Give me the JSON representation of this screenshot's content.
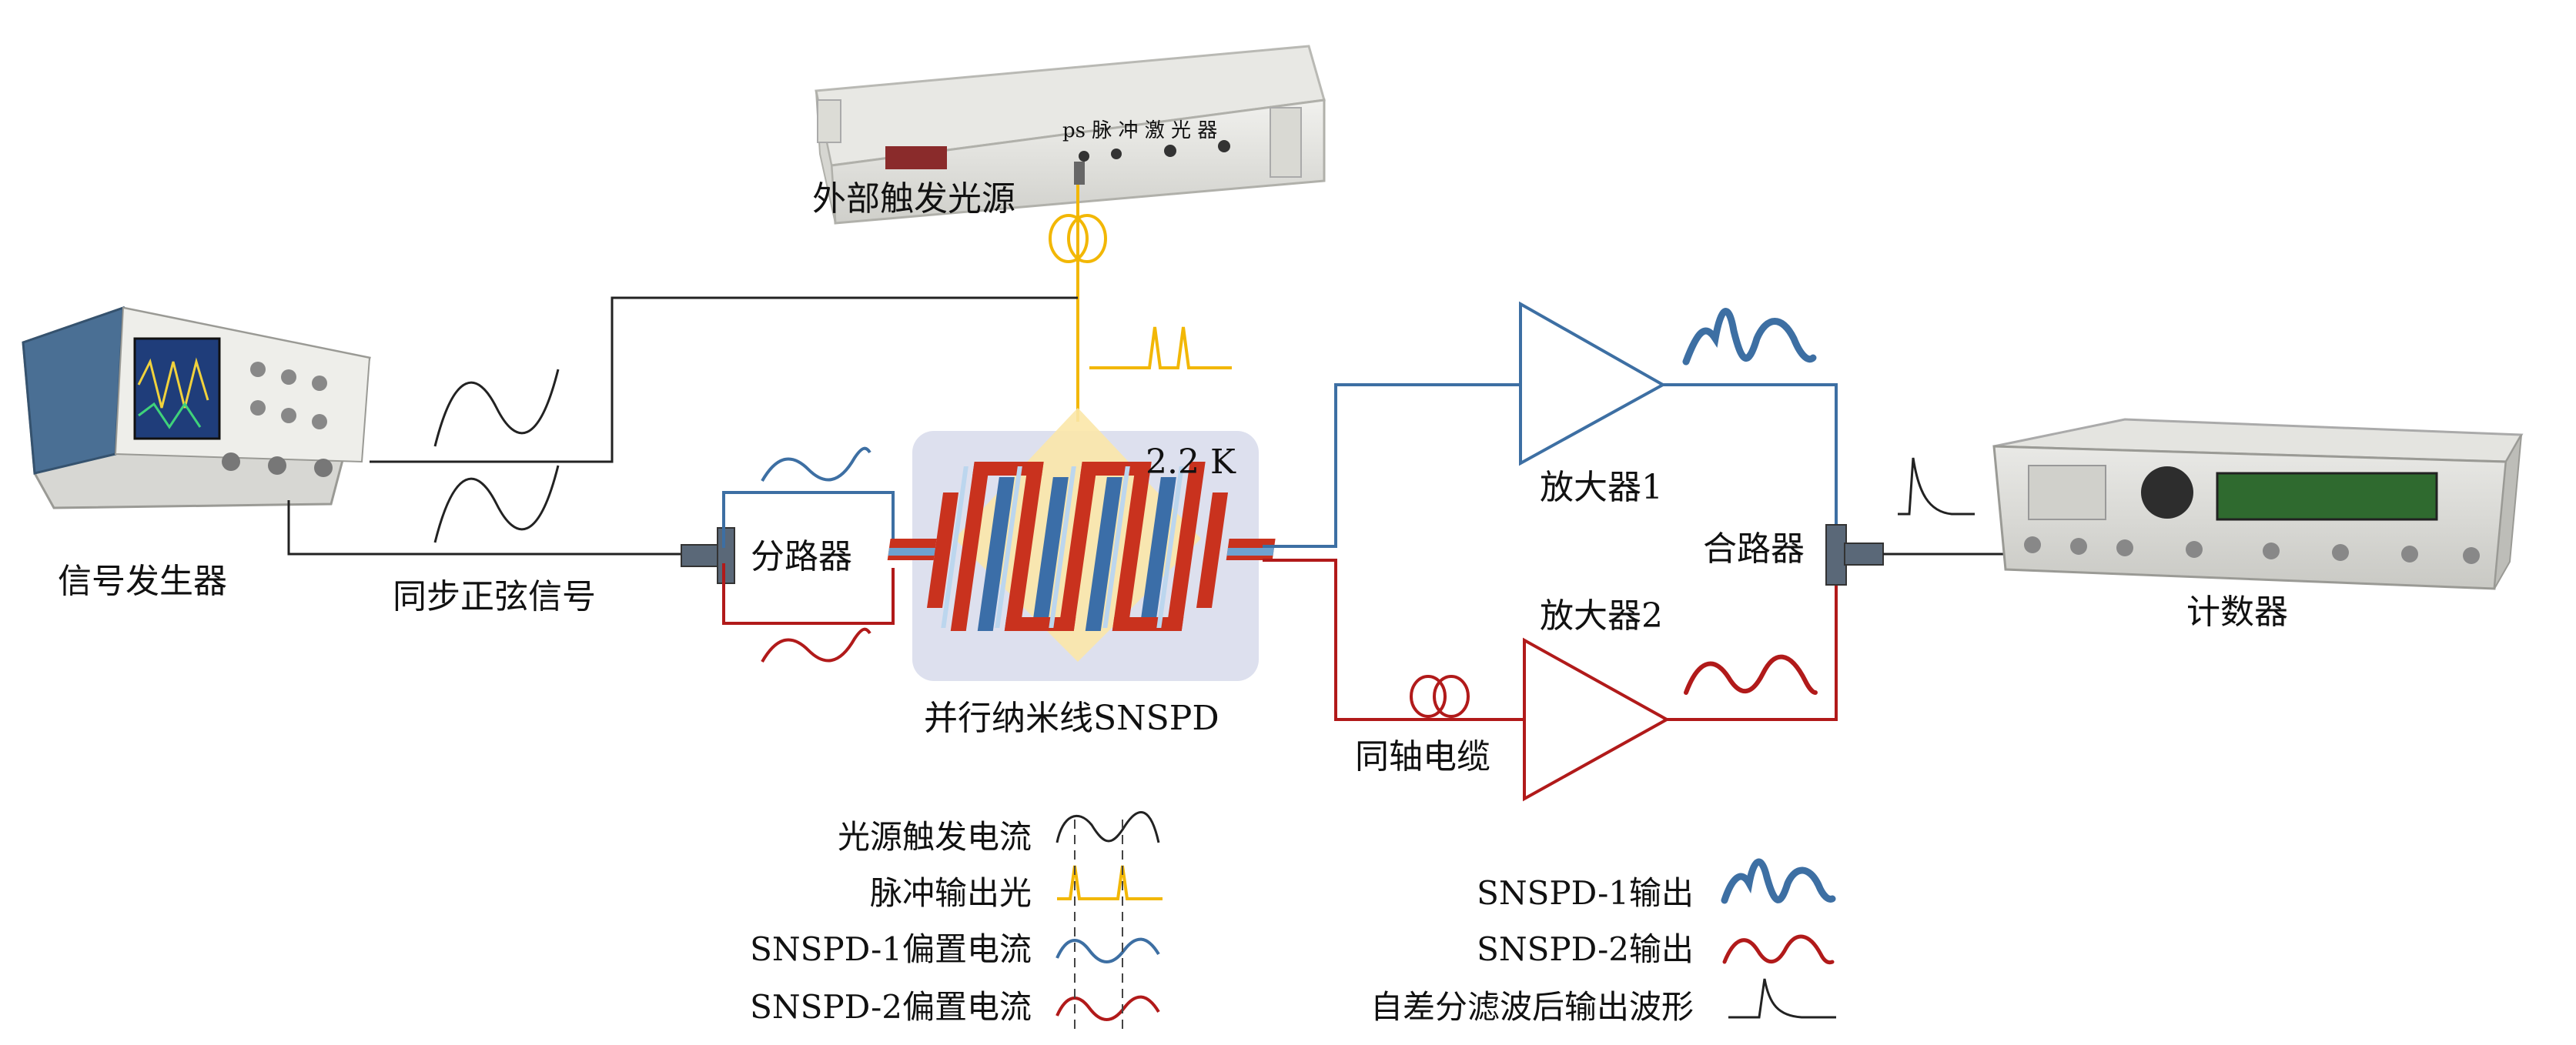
{
  "devices": {
    "light_source": {
      "label": "外部触发光源",
      "panel_text": "ps 脉 冲 激 光 器"
    },
    "signal_generator": {
      "label": "信号发生器"
    },
    "splitter": {
      "label": "分路器"
    },
    "snspd": {
      "label": "并行纳米线SNSPD",
      "temperature": "2.2 K"
    },
    "amp1": {
      "label": "放大器1"
    },
    "amp2": {
      "label": "放大器2"
    },
    "combiner": {
      "label": "合路器"
    },
    "counter": {
      "label": "计数器"
    }
  },
  "labels": {
    "sync_sine": "同步正弦信号",
    "coax_cable": "同轴电缆"
  },
  "legend": [
    {
      "text": "光源触发电流",
      "color": "#222222"
    },
    {
      "text": "脉冲输出光",
      "color": "#f2b705"
    },
    {
      "text": "SNSPD-1偏置电流",
      "color": "#3d6fa3"
    },
    {
      "text": "SNSPD-2偏置电流",
      "color": "#b11a1a"
    },
    {
      "text": "SNSPD-1输出",
      "color": "#3d6fa3"
    },
    {
      "text": "SNSPD-2输出",
      "color": "#b11a1a"
    },
    {
      "text": "自差分滤波后输出波形",
      "color": "#222222"
    }
  ],
  "colors": {
    "blue": "#3d6fa3",
    "red": "#b11a1a",
    "yellow": "#f2b705",
    "black": "#222222"
  }
}
